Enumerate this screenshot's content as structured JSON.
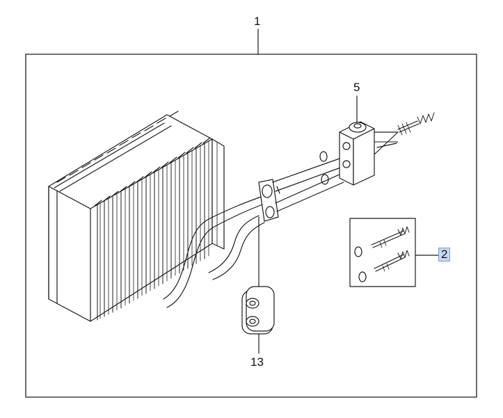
{
  "callouts": {
    "assembly": "1",
    "repair_kit": "2",
    "expansion_valve": "5",
    "grommet": "13"
  },
  "colors": {
    "line": "#1a1a1a",
    "highlight": "#c7d8ef",
    "highlight_border": "#7f9dcc"
  },
  "icons": {
    "evaporator": "evaporator-core-icon",
    "valve": "expansion-valve-icon",
    "pipe": "refrigerant-pipe-icon",
    "seal": "o-ring-icon",
    "bolt": "stud-bolt-icon",
    "grommet": "pipe-grommet-icon"
  }
}
